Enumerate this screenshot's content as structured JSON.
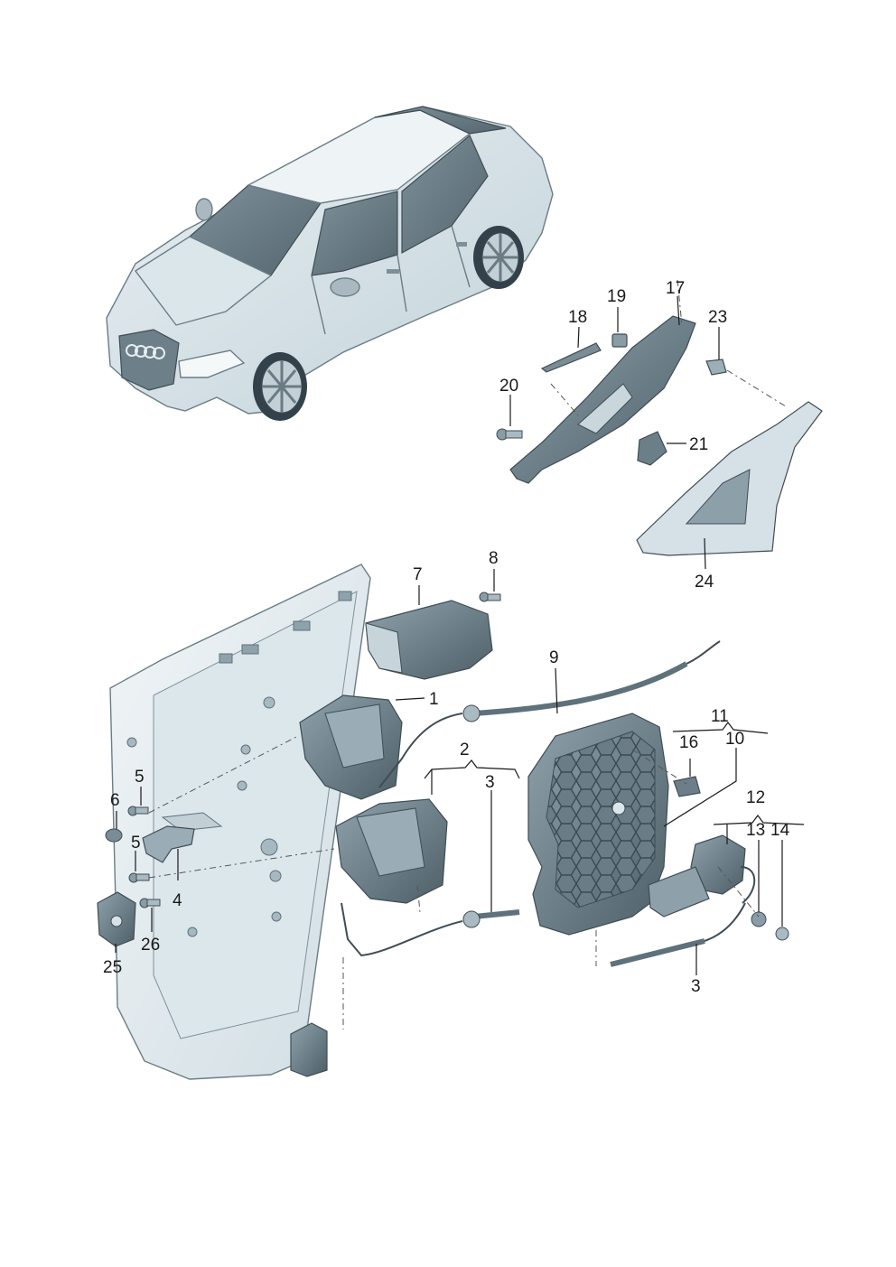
{
  "callouts": {
    "c1": "1",
    "c2": "2",
    "c3a": "3",
    "c3b": "3",
    "c4": "4",
    "c5a": "5",
    "c5b": "5",
    "c6": "6",
    "c7": "7",
    "c8": "8",
    "c9": "9",
    "c10": "10",
    "c11": "11",
    "c12": "12",
    "c13": "13",
    "c14": "14",
    "c16": "16",
    "c17": "17",
    "c18": "18",
    "c19": "19",
    "c20": "20",
    "c21": "21",
    "c23": "23",
    "c24": "24",
    "c25": "25",
    "c26": "26"
  },
  "colors": {
    "part_light": "#d9e5ea",
    "part_mid": "#a9bcc5",
    "part_dark": "#5f717a",
    "ink": "#1a1a1a"
  }
}
